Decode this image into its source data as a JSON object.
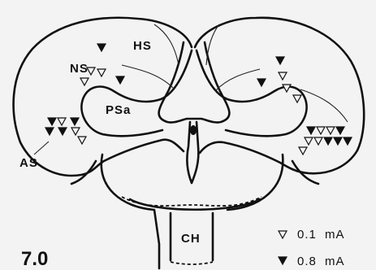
{
  "figure": {
    "plate_number": "7.0",
    "colors": {
      "background": "#f3f3f3",
      "ink": "#111111"
    },
    "region_labels": {
      "hs": "HS",
      "ns": "NS",
      "psa": "PSa",
      "as": "AS",
      "ch": "CH"
    },
    "legend": [
      {
        "symbol": "open-triangle",
        "value": "0.1",
        "unit": "mA"
      },
      {
        "symbol": "filled-triangle",
        "value": "0.8",
        "unit": "mA"
      }
    ]
  }
}
